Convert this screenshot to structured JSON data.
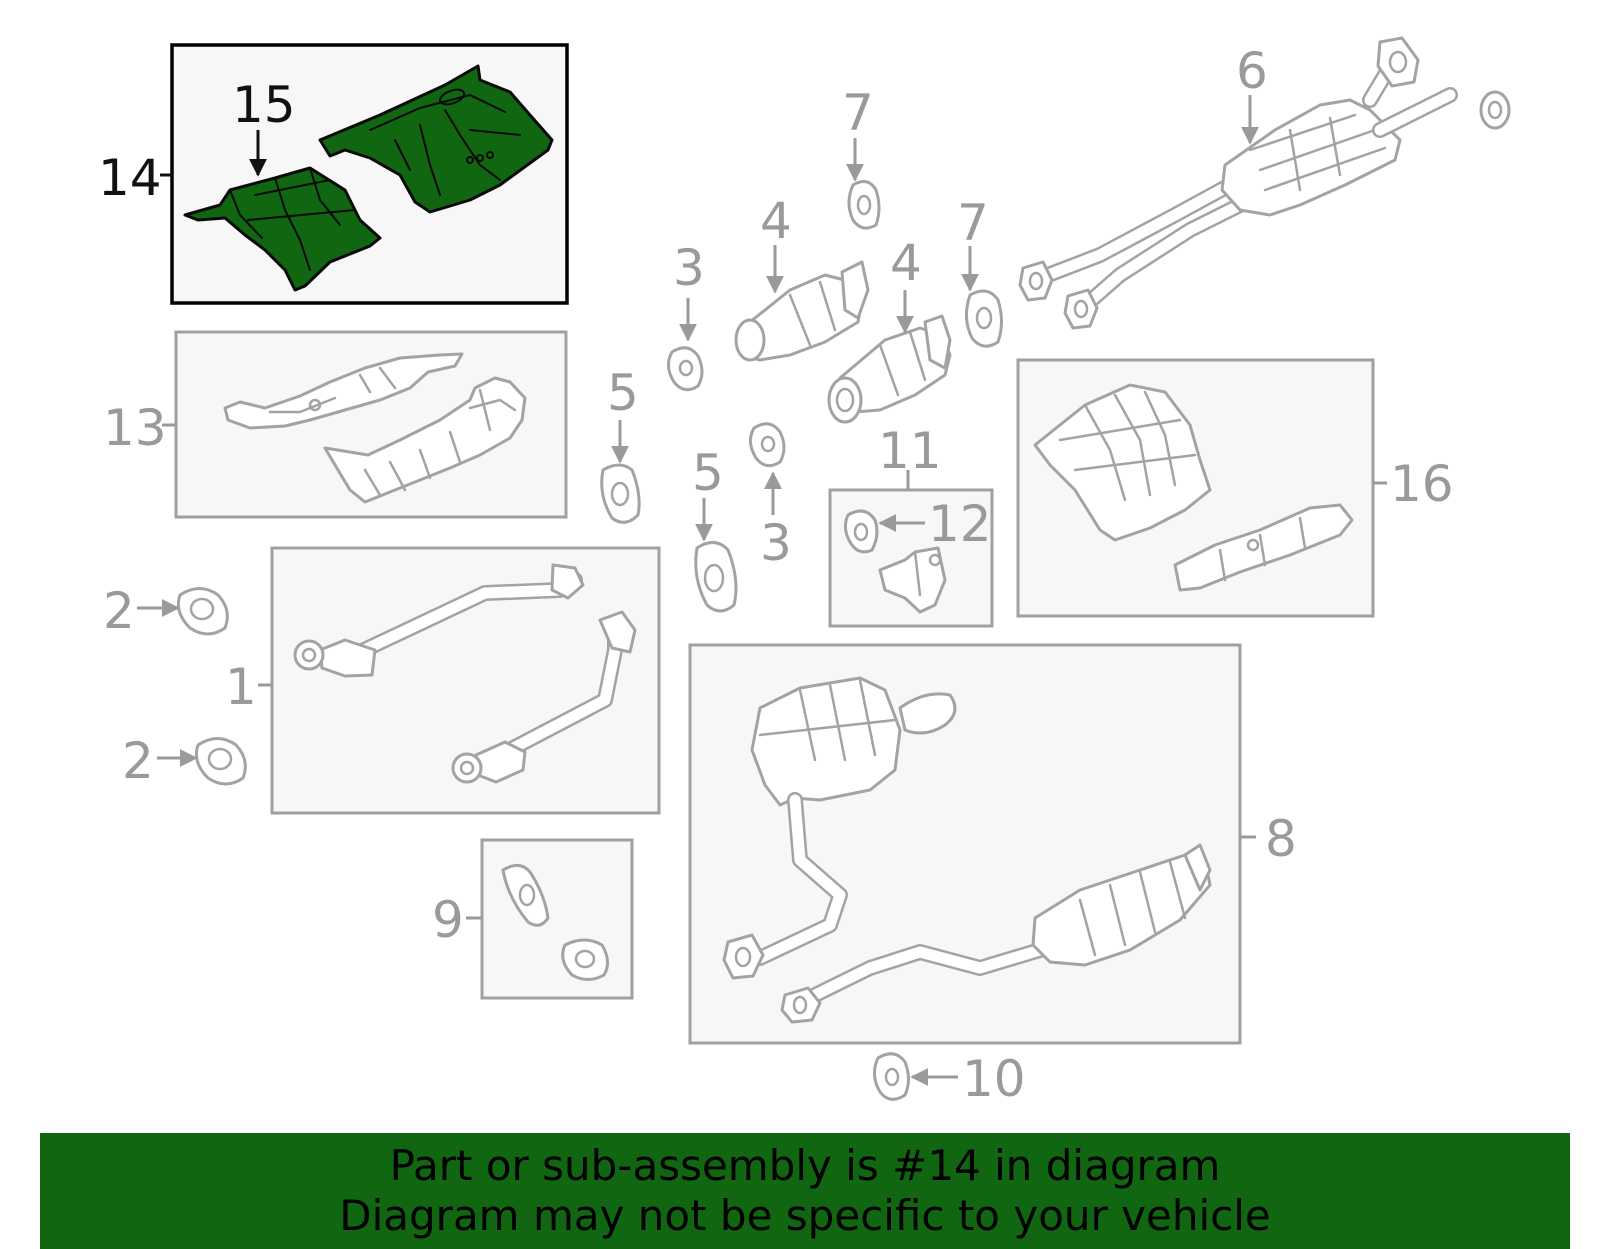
{
  "diagram": {
    "highlight_color": "#116611",
    "callouts": {
      "c1": "1",
      "c2a": "2",
      "c2b": "2",
      "c3a": "3",
      "c3b": "3",
      "c4a": "4",
      "c4b": "4",
      "c5a": "5",
      "c5b": "5",
      "c6": "6",
      "c7a": "7",
      "c7b": "7",
      "c8": "8",
      "c9": "9",
      "c10": "10",
      "c11": "11",
      "c12": "12",
      "c13": "13",
      "c14": "14",
      "c15": "15",
      "c16": "16"
    }
  },
  "banner": {
    "line1": "Part or sub-assembly is #14 in diagram",
    "line2": "Diagram may not be specific to your vehicle"
  }
}
